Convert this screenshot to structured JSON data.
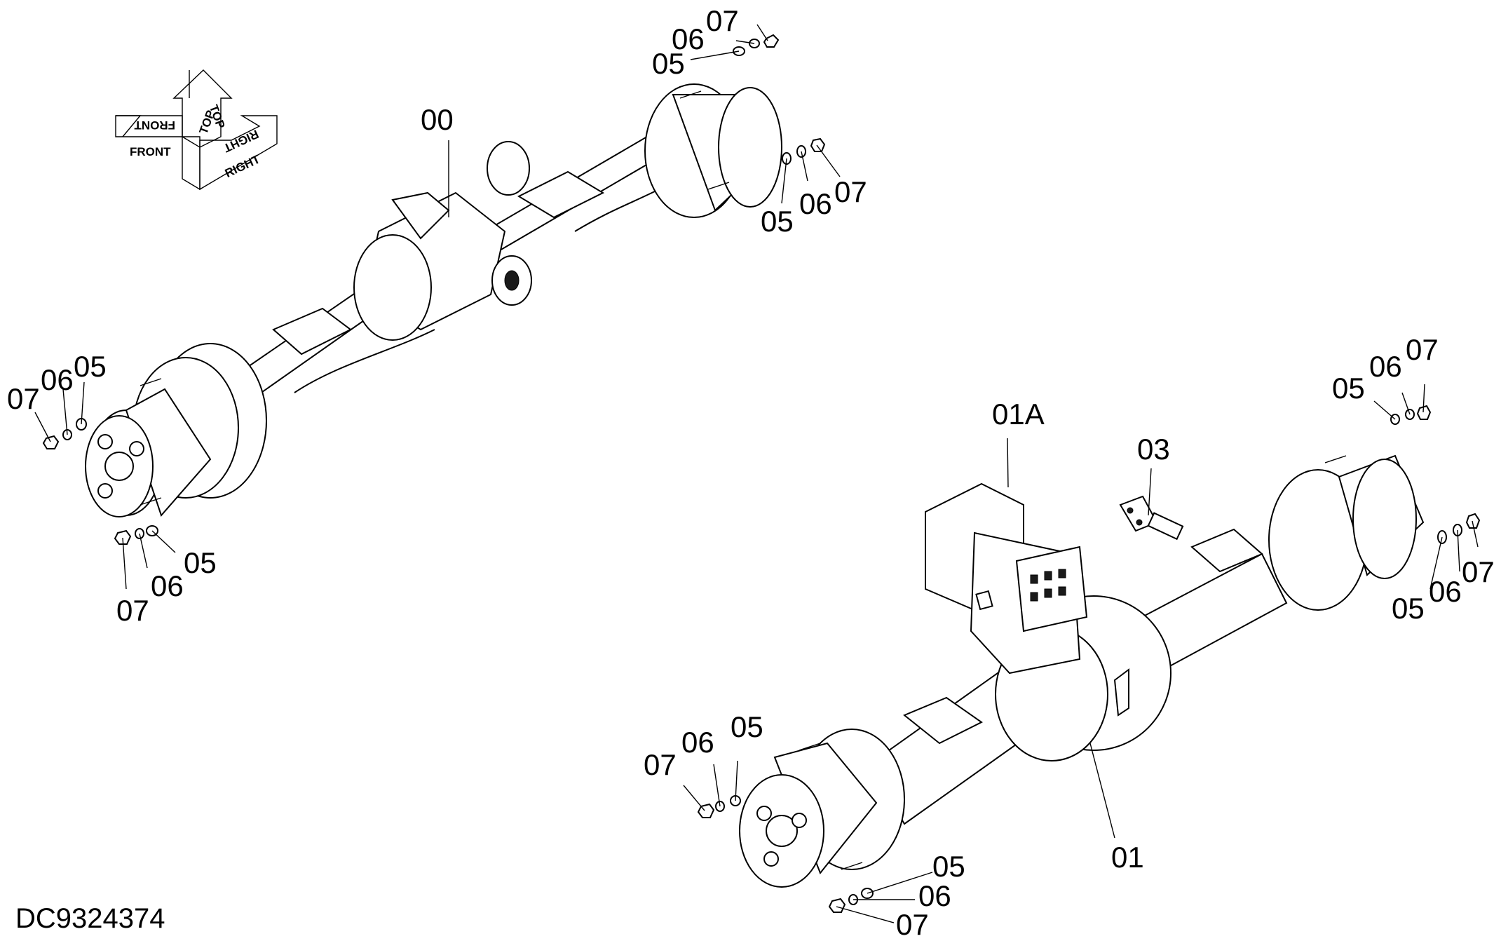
{
  "drawing": {
    "doc_id": "DC9324374",
    "orientation": {
      "front": "FRONT",
      "top": "TOP",
      "right": "RIGHT"
    },
    "assemblies": {
      "front_axle": {
        "label": "00"
      },
      "rear_axle": {
        "label": "01"
      },
      "sub_assembly": {
        "label": "01A"
      },
      "valve": {
        "label": "03"
      }
    },
    "hardware_labels": {
      "washer_a": "05",
      "washer_b": "06",
      "nut": "07"
    }
  }
}
